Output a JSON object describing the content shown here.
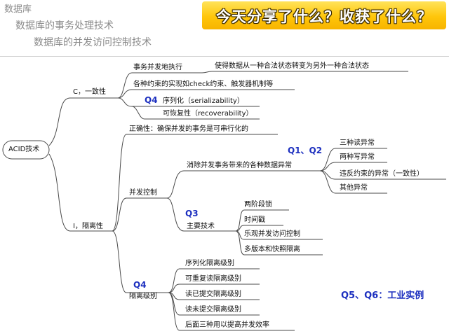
{
  "breadcrumbs": [
    "数据库",
    "数据库的事务处理技术",
    "数据库的并发访问控制技术"
  ],
  "banner": {
    "text": "今天分享了什么？收获了什么？",
    "color": "#ffc60a"
  },
  "mindmap": {
    "root": "ACID技术",
    "consistency": {
      "label": "C，一致性",
      "items": [
        "事务并发地执行",
        "各种约束的实现如check约束、触发器机制等"
      ],
      "detail": "使得数据从一种合法状态转变为另外一种合法状态",
      "q_label": "Q4",
      "q_items": [
        "序列化（serializability）",
        "可恢复性（recoverability）"
      ]
    },
    "isolation": {
      "label": "I，隔离性",
      "correctness": "正确性：确保并发的事务是可串行化的",
      "concurrency": {
        "label": "并发控制",
        "anomalies": {
          "label": "消除并发事务带来的各种数据异常",
          "q_label": "Q1、Q2",
          "items": [
            "三种读异常",
            "两种写异常",
            "违反约束的异常（一致性）",
            "其他异常"
          ]
        },
        "techniques": {
          "label": "主要技术",
          "q_label": "Q3",
          "items": [
            "两阶段锁",
            "时间戳",
            "乐观并发访问控制",
            "多版本和快照隔离"
          ]
        }
      },
      "levels": {
        "label": "隔离级别",
        "q_label": "Q4",
        "items": [
          "序列化隔离级别",
          "可重复读隔离级别",
          "读已提交隔离级别",
          "读未提交隔离级别",
          "后面三种用以提高并发效率"
        ]
      }
    }
  },
  "side_note": "Q5、Q6：工业实例",
  "colors": {
    "line": "#4a4a4a",
    "question": "#1c2fbf"
  }
}
